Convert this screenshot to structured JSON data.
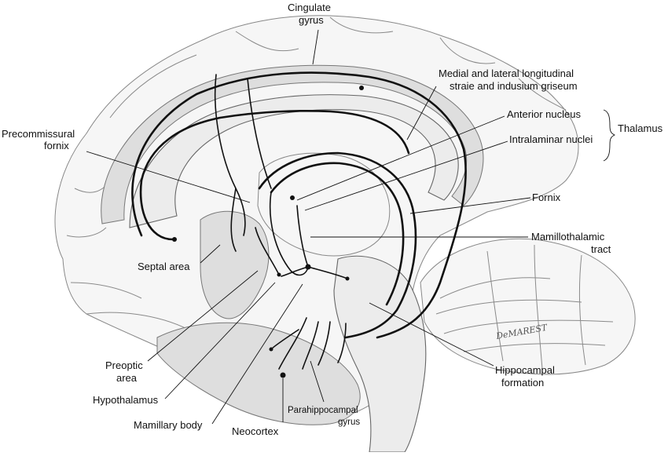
{
  "labels": {
    "cingulate_gyrus_1": "Cingulate",
    "cingulate_gyrus_2": "gyrus",
    "medial_lateral_1": "Medial and lateral longitudinal",
    "medial_lateral_2": "straie and indusium griseum",
    "anterior_nucleus": "Anterior nucleus",
    "intralaminar_nuclei": "Intralaminar nuclei",
    "thalamus": "Thalamus",
    "precommissural_1": "Precommissural",
    "precommissural_2": "fornix",
    "fornix": "Fornix",
    "mamillothalamic_1": "Mamillothalamic",
    "mamillothalamic_2": "tract",
    "septal_area": "Septal area",
    "preoptic_1": "Preoptic",
    "preoptic_2": "area",
    "hypothalamus": "Hypothalamus",
    "mamillary_body": "Mamillary body",
    "neocortex": "Neocortex",
    "parahippocampal_1": "Parahippocampal",
    "parahippocampal_2": "gyrus",
    "hippocampal_1": "Hippocampal",
    "hippocampal_2": "formation"
  },
  "signature": "DeMAREST"
}
